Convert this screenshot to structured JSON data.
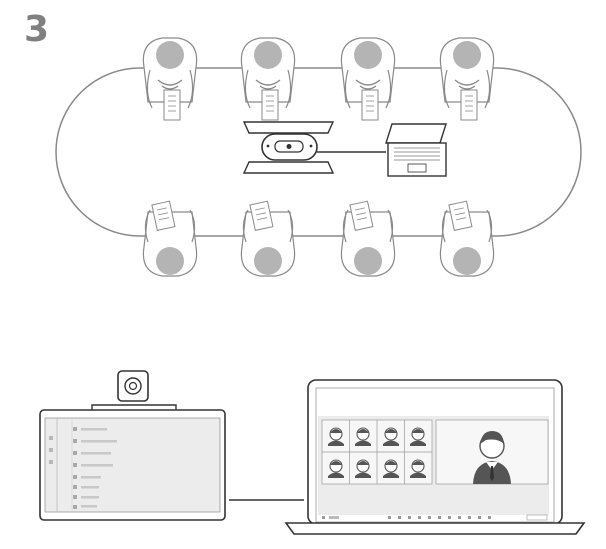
{
  "step_number": "3",
  "colors": {
    "outline": "#8a8a8a",
    "head": "#b4b4b4",
    "line": "#333333",
    "paper": "#ffffff",
    "screen_bg": "#ececec",
    "tile_bg": "#f7f7f7",
    "avatar": "#555555"
  },
  "meeting_room": {
    "top_row": [
      {
        "id": "p1",
        "device": "document"
      },
      {
        "id": "p2",
        "device": "document"
      },
      {
        "id": "p3",
        "device": "document"
      },
      {
        "id": "p4",
        "device": "document"
      }
    ],
    "bottom_row": [
      {
        "id": "p5",
        "device": "document"
      },
      {
        "id": "p6",
        "device": "document"
      },
      {
        "id": "p7",
        "device": "document"
      },
      {
        "id": "p8",
        "device": "document"
      }
    ],
    "center_devices": [
      "speakerphone-icon",
      "laptop-icon"
    ]
  },
  "setup": {
    "left_device": "display-with-camera",
    "right_device": "laptop-video-call",
    "gallery_tiles": 8,
    "sidebar_items": 8
  }
}
